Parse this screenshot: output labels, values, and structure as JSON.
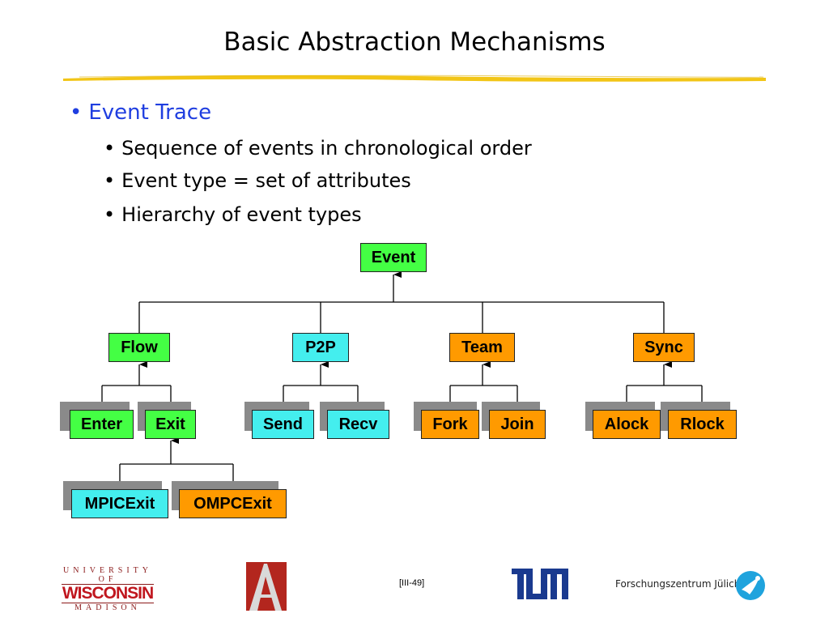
{
  "slide": {
    "title": "Basic Abstraction Mechanisms",
    "bullet_main": "Event Trace",
    "bullets_sub": [
      "Sequence of events in chronological order",
      "Event type = set of attributes",
      "Hierarchy of event types"
    ],
    "bullet_glyph": "•"
  },
  "hierarchy": {
    "root": "Event",
    "level1": [
      "Flow",
      "P2P",
      "Team",
      "Sync"
    ],
    "level2": {
      "flow": [
        "Enter",
        "Exit"
      ],
      "p2p": [
        "Send",
        "Recv"
      ],
      "team": [
        "Fork",
        "Join"
      ],
      "sync": [
        "Alock",
        "Rlock"
      ]
    },
    "level3_exit": [
      "MPICExit",
      "OMPCExit"
    ]
  },
  "colors": {
    "title_accent_underline": "#f2c516",
    "bullet_main": "#1f3ee0",
    "green": "#44ff44",
    "cyan": "#44eeee",
    "orange": "#ff9a00",
    "shadow": "#8a8a8a"
  },
  "footer": {
    "page_number": "[III-49]",
    "uw_logo": {
      "top": "UNIVERSITY OF",
      "middle": "WISCONSIN",
      "bottom": "MADISON"
    },
    "fz_label": "Forschungszentrum Jülich",
    "icons": [
      "university-of-wisconsin-logo",
      "red-a-logo",
      "tum-logo",
      "fz-juelich-logo"
    ]
  }
}
